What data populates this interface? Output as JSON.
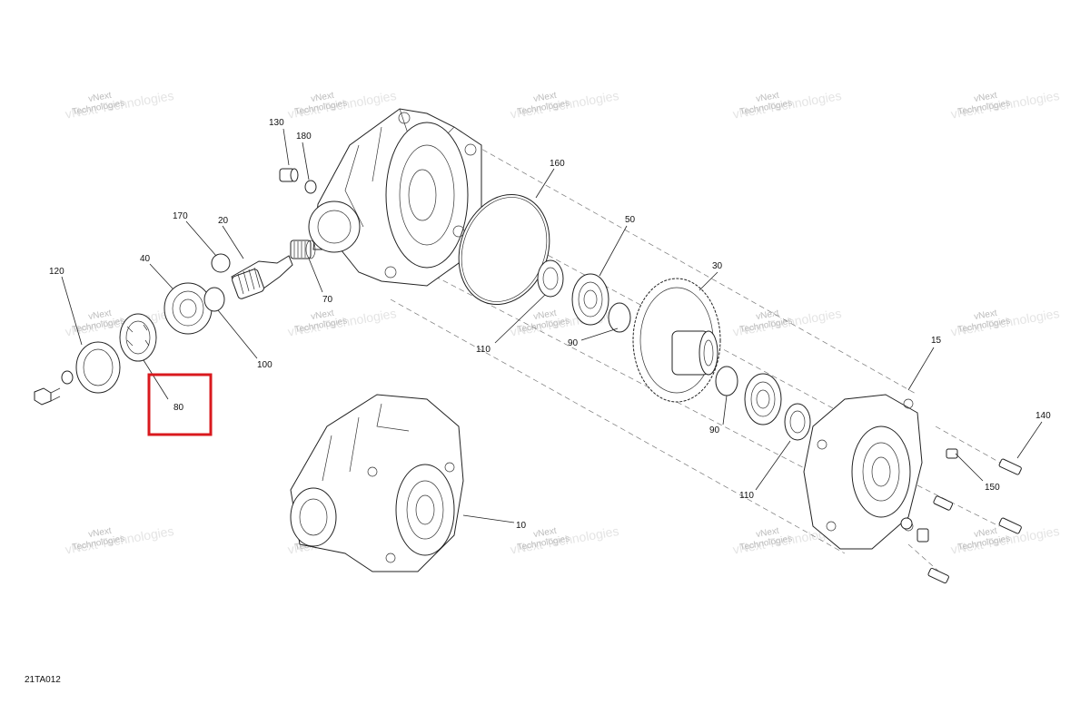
{
  "diagram_code": "21TA012",
  "watermark": {
    "line1": "vNext",
    "line2": "Technologies"
  },
  "callouts": [
    {
      "id": "p130",
      "label": "130"
    },
    {
      "id": "p180",
      "label": "180"
    },
    {
      "id": "p160",
      "label": "160"
    },
    {
      "id": "p50",
      "label": "50"
    },
    {
      "id": "p30",
      "label": "30"
    },
    {
      "id": "p170",
      "label": "170"
    },
    {
      "id": "p20",
      "label": "20"
    },
    {
      "id": "p40",
      "label": "40"
    },
    {
      "id": "p120",
      "label": "120"
    },
    {
      "id": "p70",
      "label": "70"
    },
    {
      "id": "p100",
      "label": "100"
    },
    {
      "id": "p110a",
      "label": "110"
    },
    {
      "id": "p90a",
      "label": "90"
    },
    {
      "id": "p80",
      "label": "80"
    },
    {
      "id": "p90b",
      "label": "90"
    },
    {
      "id": "p15",
      "label": "15"
    },
    {
      "id": "p140",
      "label": "140"
    },
    {
      "id": "p150",
      "label": "150"
    },
    {
      "id": "p110b",
      "label": "110"
    },
    {
      "id": "p10",
      "label": "10"
    }
  ],
  "highlight": {
    "target": "80",
    "color": "#d9191e"
  }
}
